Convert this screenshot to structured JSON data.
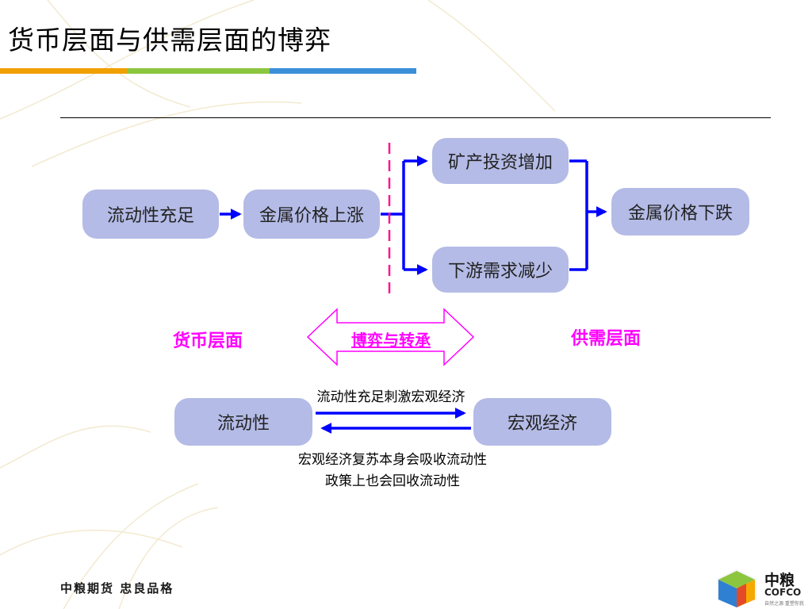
{
  "slide": {
    "title": "货币层面与供需层面的博弈"
  },
  "flow": {
    "box1": "流动性充足",
    "box2": "金属价格上涨",
    "box3": "矿产投资增加",
    "box4": "下游需求减少",
    "box5": "金属价格下跌"
  },
  "labels": {
    "monetary": "货币层面",
    "game": "博弈与转承",
    "supply_demand": "供需层面"
  },
  "cycle": {
    "left_box": "流动性",
    "right_box": "宏观经济",
    "top_note": "流动性充足刺激宏观经济",
    "bottom_note_1": "宏观经济复苏本身会吸收流动性",
    "bottom_note_2": "政策上也会回收流动性"
  },
  "footer": {
    "slogan": "中粮期货  忠良品格",
    "logo_cn": "中粮",
    "logo_en": "COFCO",
    "logo_tagline": "自然之源 重塑你我"
  },
  "colors": {
    "box_fill": "#b4bbe6",
    "arrow_blue": "#0000ff",
    "accent_pink": "#ff00ff",
    "title_bar": [
      "#f0a000",
      "#8cc63f",
      "#3a8fd8"
    ]
  }
}
